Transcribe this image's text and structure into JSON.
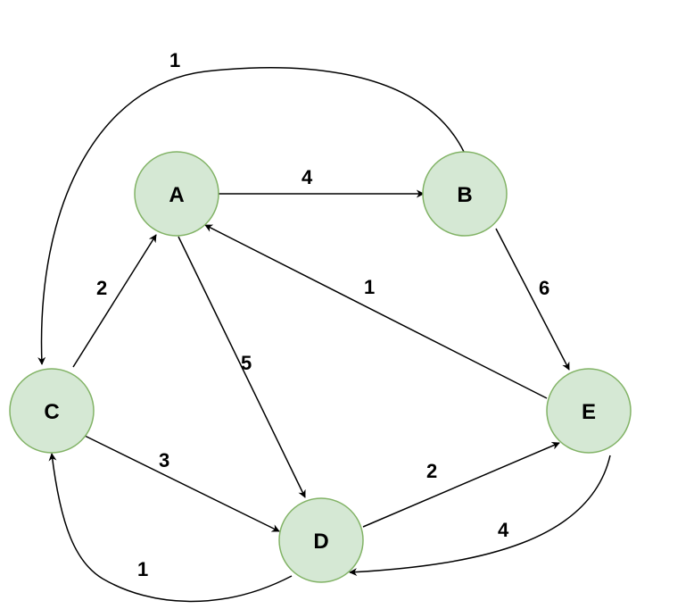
{
  "nodes": [
    {
      "id": "A",
      "label": "A"
    },
    {
      "id": "B",
      "label": "B"
    },
    {
      "id": "C",
      "label": "C"
    },
    {
      "id": "D",
      "label": "D"
    },
    {
      "id": "E",
      "label": "E"
    }
  ],
  "edges": [
    {
      "from": "A",
      "to": "B",
      "weight": "4"
    },
    {
      "from": "B",
      "to": "C",
      "weight": "1"
    },
    {
      "from": "C",
      "to": "A",
      "weight": "2"
    },
    {
      "from": "A",
      "to": "D",
      "weight": "5"
    },
    {
      "from": "B",
      "to": "E",
      "weight": "6"
    },
    {
      "from": "E",
      "to": "A",
      "weight": "1"
    },
    {
      "from": "C",
      "to": "D",
      "weight": "3"
    },
    {
      "from": "D",
      "to": "E",
      "weight": "2"
    },
    {
      "from": "E",
      "to": "D",
      "weight": "4"
    },
    {
      "from": "D",
      "to": "C",
      "weight": "1"
    }
  ],
  "colors": {
    "node_fill": "#d5e8d4",
    "node_stroke": "#82b366",
    "edge": "#000000"
  }
}
